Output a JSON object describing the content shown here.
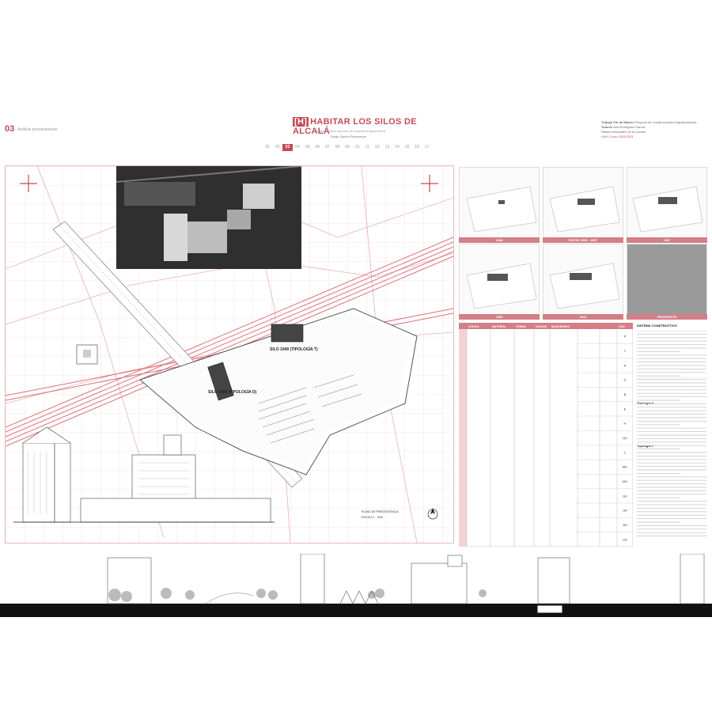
{
  "header": {
    "sheet_number": "03",
    "sheet_subtitle": "Análisis preexistencias",
    "title_badge": "[H]",
    "title": "HABITAR LOS SILOS DE ALCALÁ",
    "school": "Escuela Técnica Superior de Ingeniería Agronómica",
    "author": "Diego García Palomeque"
  },
  "pager": [
    "01",
    "02",
    "03",
    "04",
    "05",
    "06",
    "07",
    "08",
    "09",
    "10",
    "11",
    "12",
    "13",
    "14",
    "15",
    "16",
    "17"
  ],
  "pager_active": "03",
  "meta": {
    "line1_label": "Trabajo Fin de Máster",
    "line1_value": "Proyecto de Construcciones Arquitectónicas",
    "line2_label": "Tutores",
    "line2_value": "Ana Rodríguez García",
    "line3_value": "Rafael Hernández de la Cuesta",
    "course": "UAH Curso 2022/2023"
  },
  "plan": {
    "label_silo_t": "SILO 1949 (TIPOLOGÍA T)",
    "label_silo_d": "SILO 1969 (TIPOLOGÍA D)",
    "scale_title": "PLANO DE PREEXISTENCIA",
    "scale_value": "ESCALA 1 : 1000"
  },
  "evolution": {
    "labels": [
      "1946",
      "ENTRE 1956 - 1967",
      "1967",
      "1985",
      "2011",
      "PROPUESTA"
    ]
  },
  "table": {
    "headers": [
      "LÓGICA",
      "MATERIAL",
      "FORMA",
      "CELDAS",
      "MAQUINARIA",
      "",
      "CÓD"
    ],
    "codes": [
      "P",
      "T",
      "A",
      "D",
      "B",
      "E",
      "H",
      "QV",
      "C",
      "MC",
      "MX",
      "SU",
      "SA",
      "SH",
      "SG"
    ]
  },
  "text": {
    "heading": "SISTEMA CONSTRUCTIVO",
    "type_a": "Tipología A",
    "type_t": "Tipología T"
  },
  "colors": {
    "accent": "#c44a56",
    "grid": "#e6a8ae"
  }
}
